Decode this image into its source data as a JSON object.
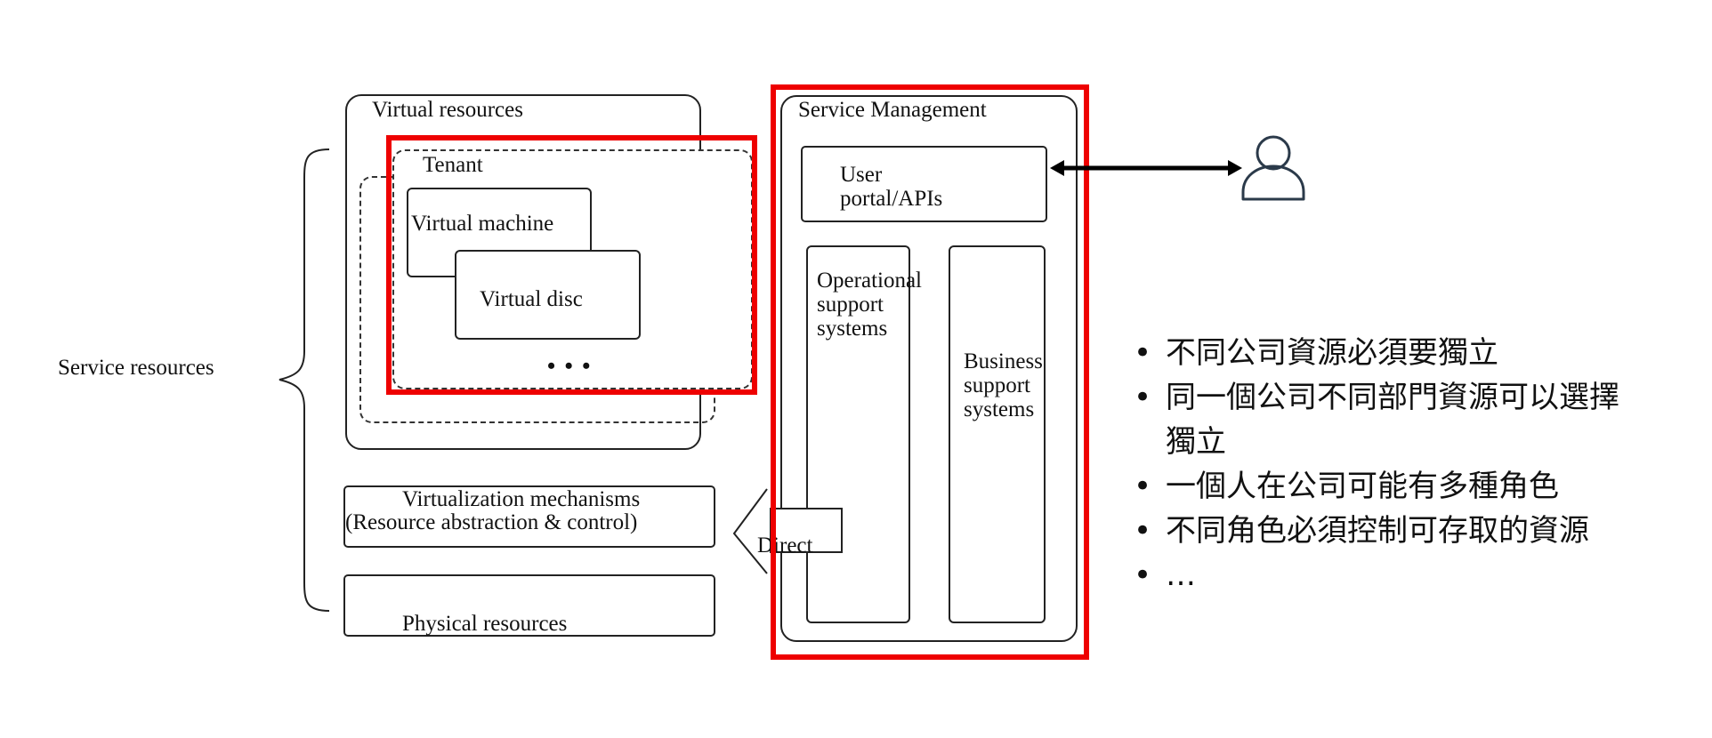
{
  "diagram": {
    "service_resources_label": "Service resources",
    "virtual_resources": {
      "title": "Virtual resources",
      "tenant": {
        "title": "Tenant",
        "virtual_machine": "Virtual machine",
        "virtual_disc": "Virtual disc",
        "ellipsis": "• • •"
      }
    },
    "virtualization_mechanisms": {
      "line1": "Virtualization mechanisms",
      "line2": "(Resource abstraction & control)"
    },
    "physical_resources": "Physical resources",
    "direct_label": "Direct",
    "service_management": {
      "title": "Service Management",
      "user_portal": {
        "line1": "User",
        "line2": "portal/APIs"
      },
      "operational_support": {
        "line1": "Operational",
        "line2": "support",
        "line3": "systems"
      },
      "business_support": {
        "line1": "Business",
        "line2": "support",
        "line3": "systems"
      }
    },
    "user_icon": "person-icon",
    "highlight_color": "#ee0000",
    "icon_color": "#2b3a4a"
  },
  "notes": {
    "bullet_glyph": "•",
    "items": [
      "不同公司資源必須要獨立",
      "同一個公司不同部門資源可以選擇獨立",
      "一個人在公司可能有多種角色",
      "不同角色必須控制可存取的資源",
      "…"
    ]
  }
}
